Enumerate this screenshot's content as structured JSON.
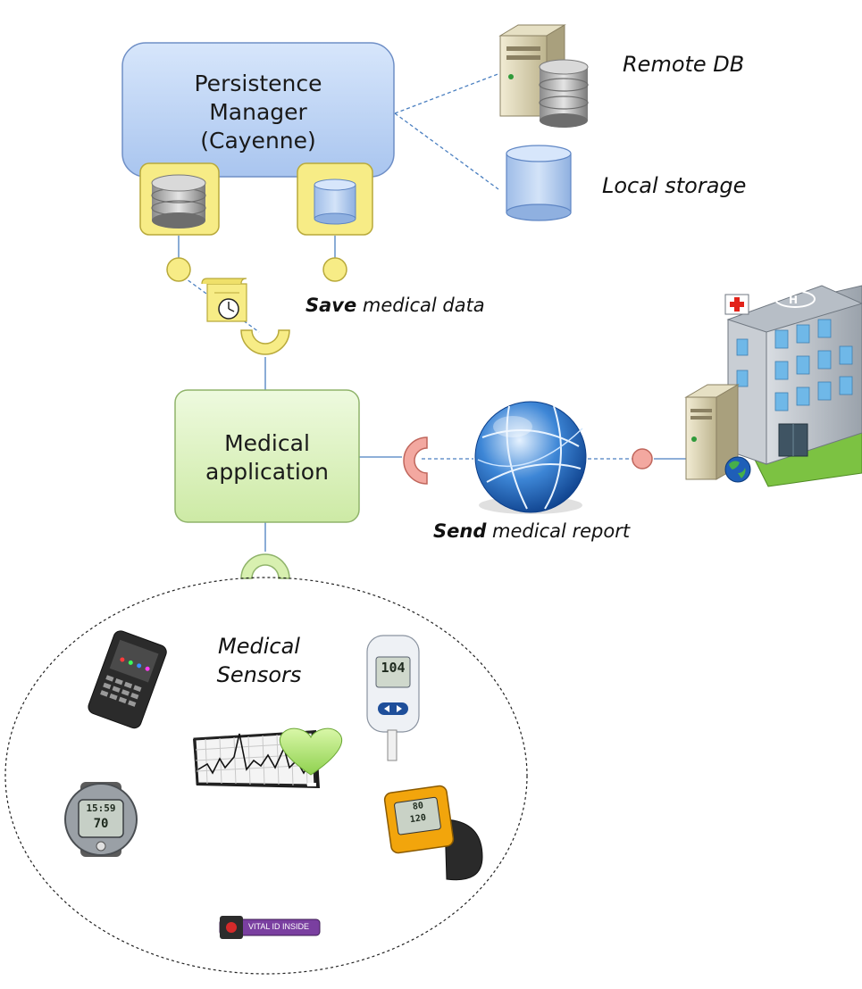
{
  "persistence": {
    "title_line1": "Persistence",
    "title_line2": "Manager",
    "title_line3": "(Cayenne)"
  },
  "remote_db_label": "Remote DB",
  "local_storage_label": "Local storage",
  "save_label": {
    "strong": "Save",
    "rest": " medical data"
  },
  "medical_app": {
    "title_line1": "Medical",
    "title_line2": "application"
  },
  "send_label": {
    "strong": "Send",
    "rest": " medical report"
  },
  "sensors": {
    "title_line1": "Medical",
    "title_line2": "Sensors"
  },
  "glucometer_reading": "104",
  "watch_reading_top": "15:59",
  "watch_reading_bottom": "70",
  "bp_reading_top": "80",
  "bp_reading_bottom": "120",
  "band_text": "VITAL ID INSIDE",
  "colors": {
    "persistence_fill": "#bcd4f5",
    "persistence_stroke": "#6f8fc6",
    "app_fill": "#dff3c4",
    "app_stroke": "#8fb36a",
    "port_yellow": "#f7ec86",
    "port_stroke": "#b8a93a",
    "connector_red": "#f3a8a0",
    "connector_green": "#d8f0b0",
    "line_blue": "#4a7fc0"
  }
}
